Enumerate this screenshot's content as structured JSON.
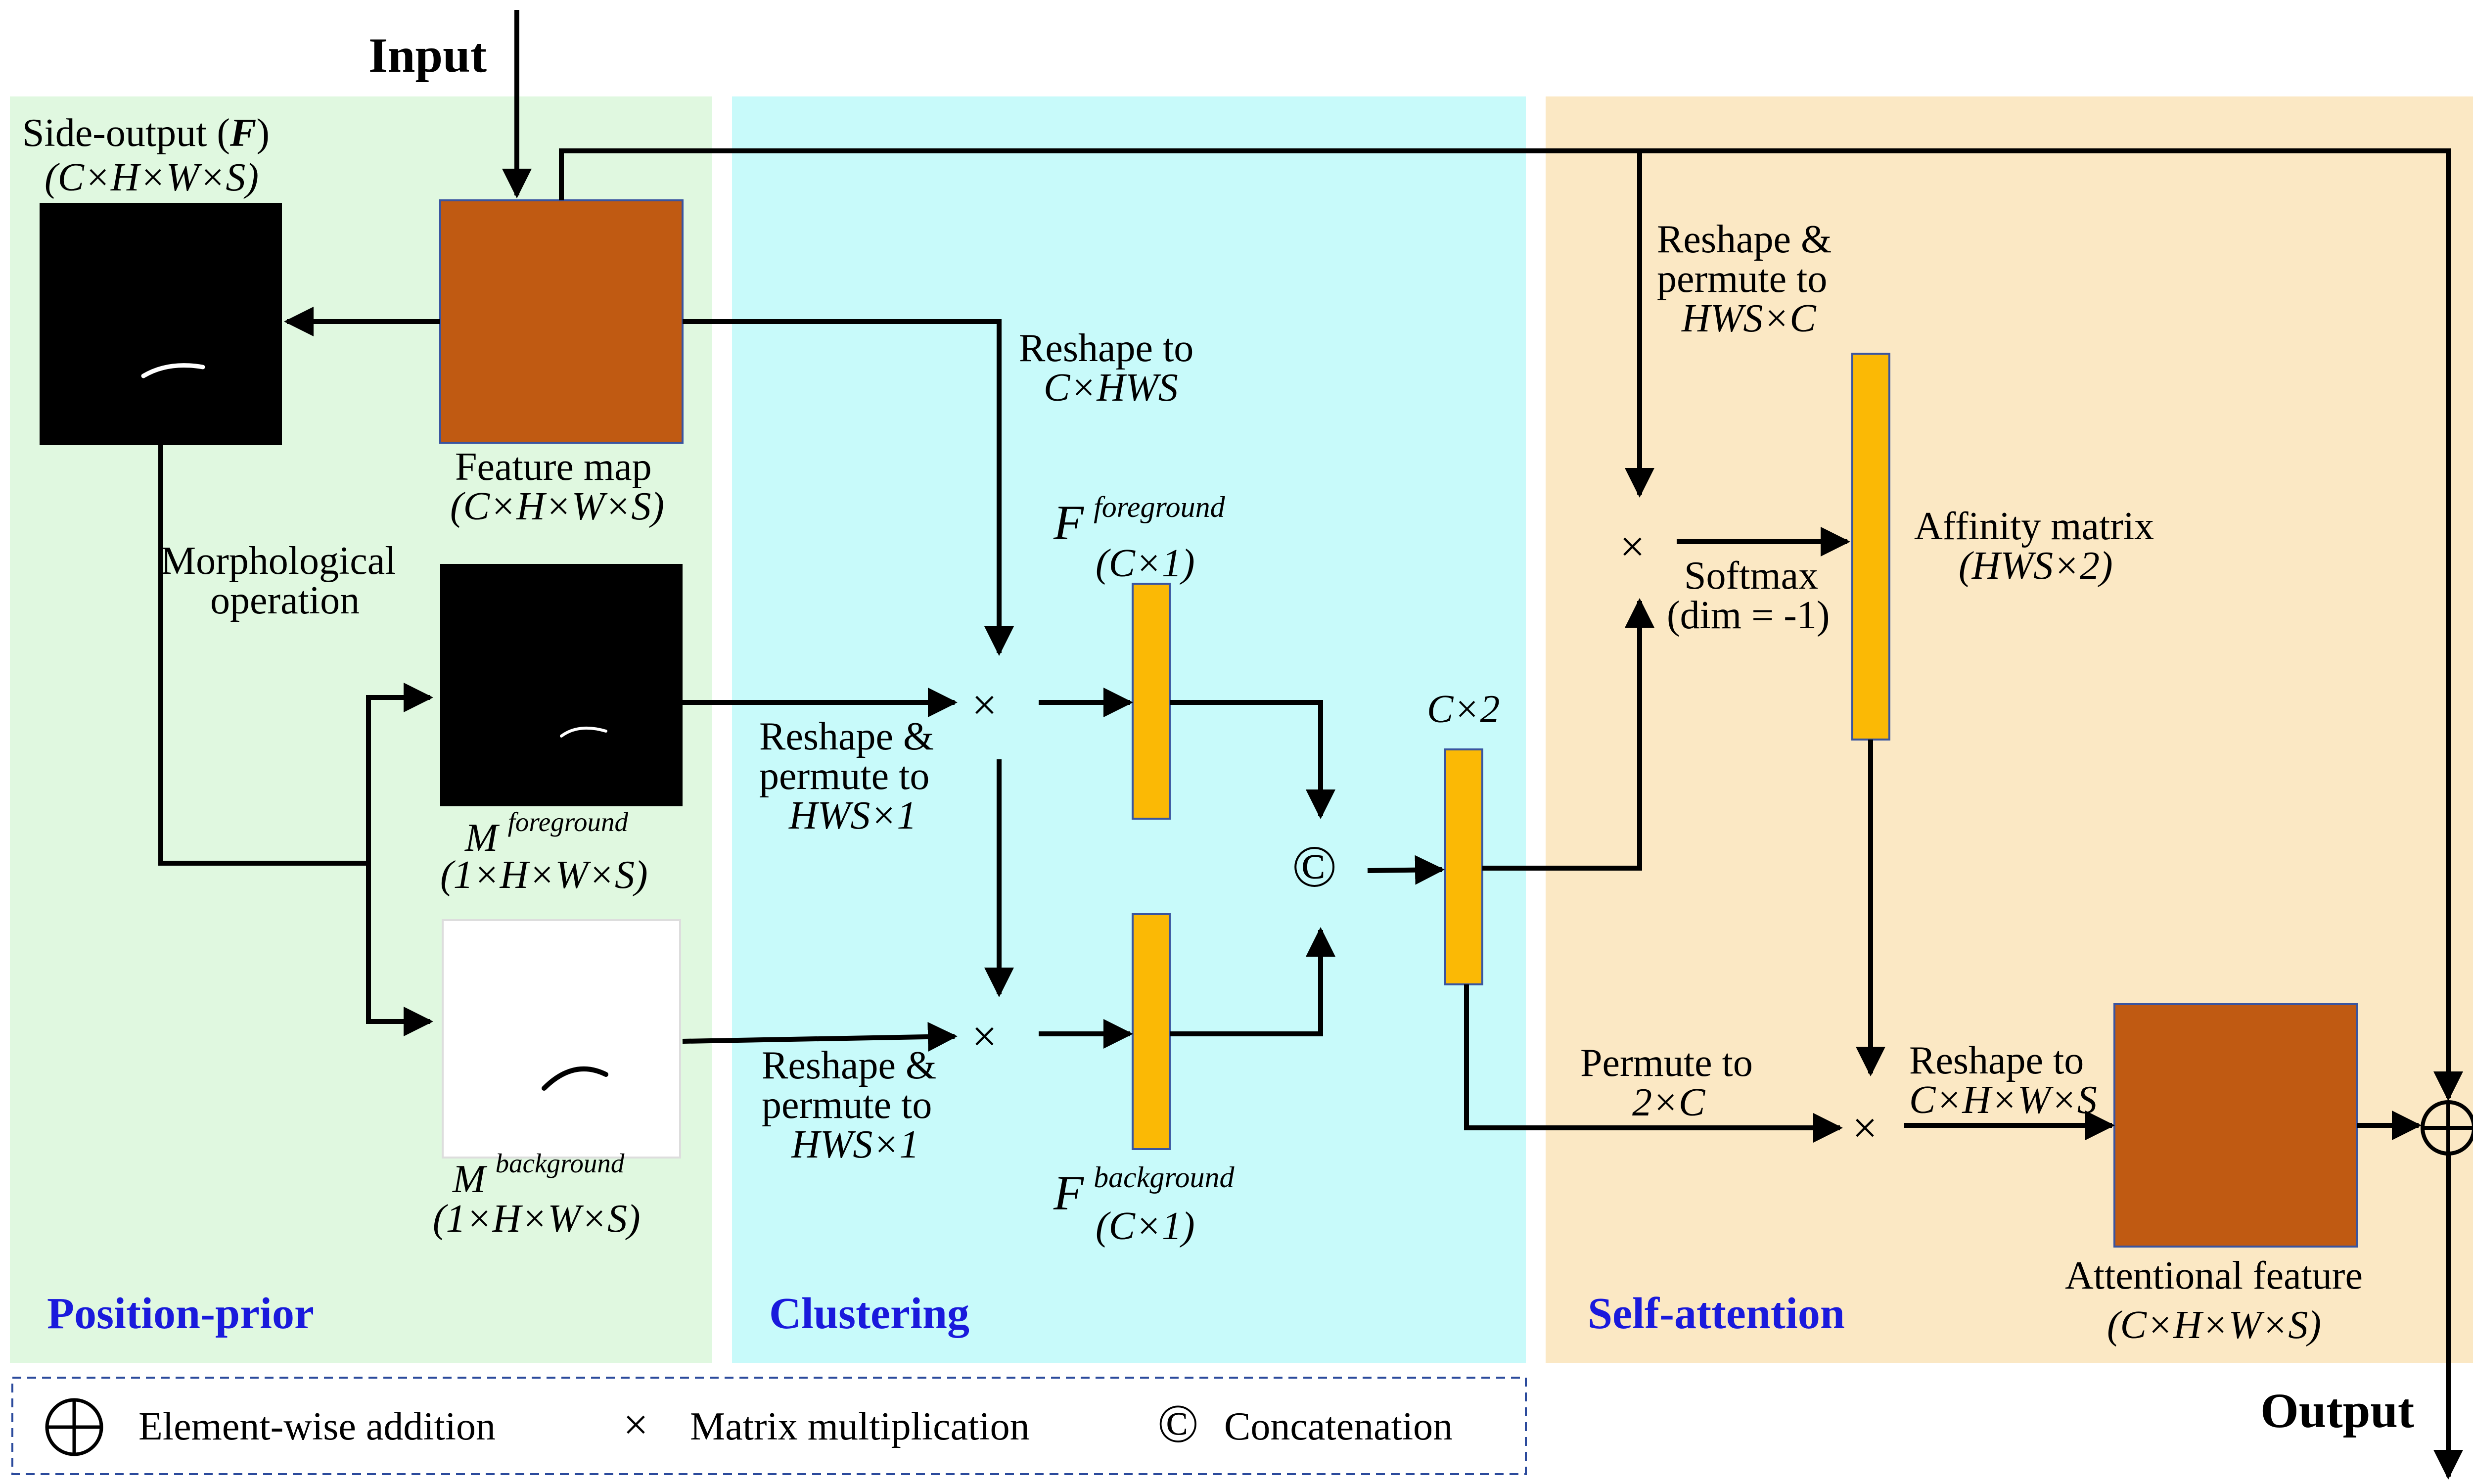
{
  "colors": {
    "position_bg": "#e0f8e0",
    "clustering_bg": "#c8fafa",
    "attention_bg": "#fbe8c4",
    "feature_fill": "#c05a12",
    "vector_fill": "#fbb905",
    "section_title": "#1a1adc"
  },
  "io": {
    "input": "Input",
    "output": "Output"
  },
  "sections": {
    "position_prior": "Position-prior",
    "clustering": "Clustering",
    "self_attention": "Self-attention"
  },
  "side_output": {
    "title_prefix": "Side-output (",
    "title_var": "F",
    "title_suffix": ")",
    "dims": "(C×H×W×S)"
  },
  "feature_map": {
    "label": "Feature map",
    "dims": "(C×H×W×S)"
  },
  "morph": {
    "line1": "Morphological",
    "line2": "operation"
  },
  "m_fg": {
    "base": "M",
    "sup": "foreground",
    "dims": "(1×H×W×S)"
  },
  "m_bg": {
    "base": "M",
    "sup": "background",
    "dims": "(1×H×W×S)"
  },
  "reshape_chws": {
    "line1": "Reshape to",
    "line2": "C×HWS"
  },
  "reshape_fg": {
    "line1": "Reshape &",
    "line2": "permute to",
    "line3": "HWS×1"
  },
  "reshape_bg": {
    "line1": "Reshape &",
    "line2": "permute to",
    "line3": "HWS×1"
  },
  "f_fg": {
    "base": "F",
    "sup": "foreground",
    "dims": "(C×1)"
  },
  "f_bg": {
    "base": "F",
    "sup": "background",
    "dims": "(C×1)"
  },
  "c2": "C×2",
  "reshape_hwsc": {
    "line1": "Reshape &",
    "line2": "permute to",
    "line3": "HWS×C"
  },
  "softmax": {
    "line1": "Softmax",
    "line2": "(dim = -1)"
  },
  "affinity": {
    "line1": "Affinity matrix",
    "line2": "(HWS×2)"
  },
  "permute_2c": {
    "line1": "Permute to",
    "line2": "2×C"
  },
  "reshape_out": {
    "line1": "Reshape to",
    "line2": "C×H×W×S"
  },
  "attentional": {
    "line1": "Attentional feature",
    "line2": "(C×H×W×S)"
  },
  "symbols": {
    "mult": "×",
    "concat": "©",
    "add": "⊕"
  },
  "legend": {
    "add_label": "Element-wise addition",
    "mult_label": "Matrix multiplication",
    "concat_label": "Concatenation"
  }
}
